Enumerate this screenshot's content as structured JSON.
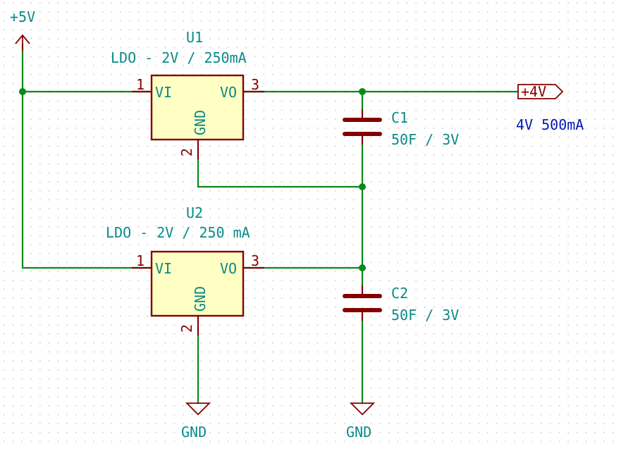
{
  "power_in": {
    "label": "+5V"
  },
  "u1": {
    "ref": "U1",
    "value": "LDO - 2V / 250mA",
    "pin_vi_num": "1",
    "pin_vi_name": "VI",
    "pin_vo_num": "3",
    "pin_vo_name": "VO",
    "pin_gnd_num": "2",
    "pin_gnd_name": "GND"
  },
  "u2": {
    "ref": "U2",
    "value": "LDO - 2V / 250 mA",
    "pin_vi_num": "1",
    "pin_vi_name": "VI",
    "pin_vo_num": "3",
    "pin_vo_name": "VO",
    "pin_gnd_num": "2",
    "pin_gnd_name": "GND"
  },
  "c1": {
    "ref": "C1",
    "value": "50F / 3V"
  },
  "c2": {
    "ref": "C2",
    "value": "50F / 3V"
  },
  "output": {
    "label": "+4V",
    "note": "4V 500mA"
  },
  "ground_left": {
    "label": "GND"
  },
  "ground_right": {
    "label": "GND"
  },
  "colors": {
    "wire": "#0a8a1a",
    "component": "#840000",
    "body_fill": "#ffffc4",
    "text": "#0a8a8a",
    "note": "#0018b5"
  }
}
